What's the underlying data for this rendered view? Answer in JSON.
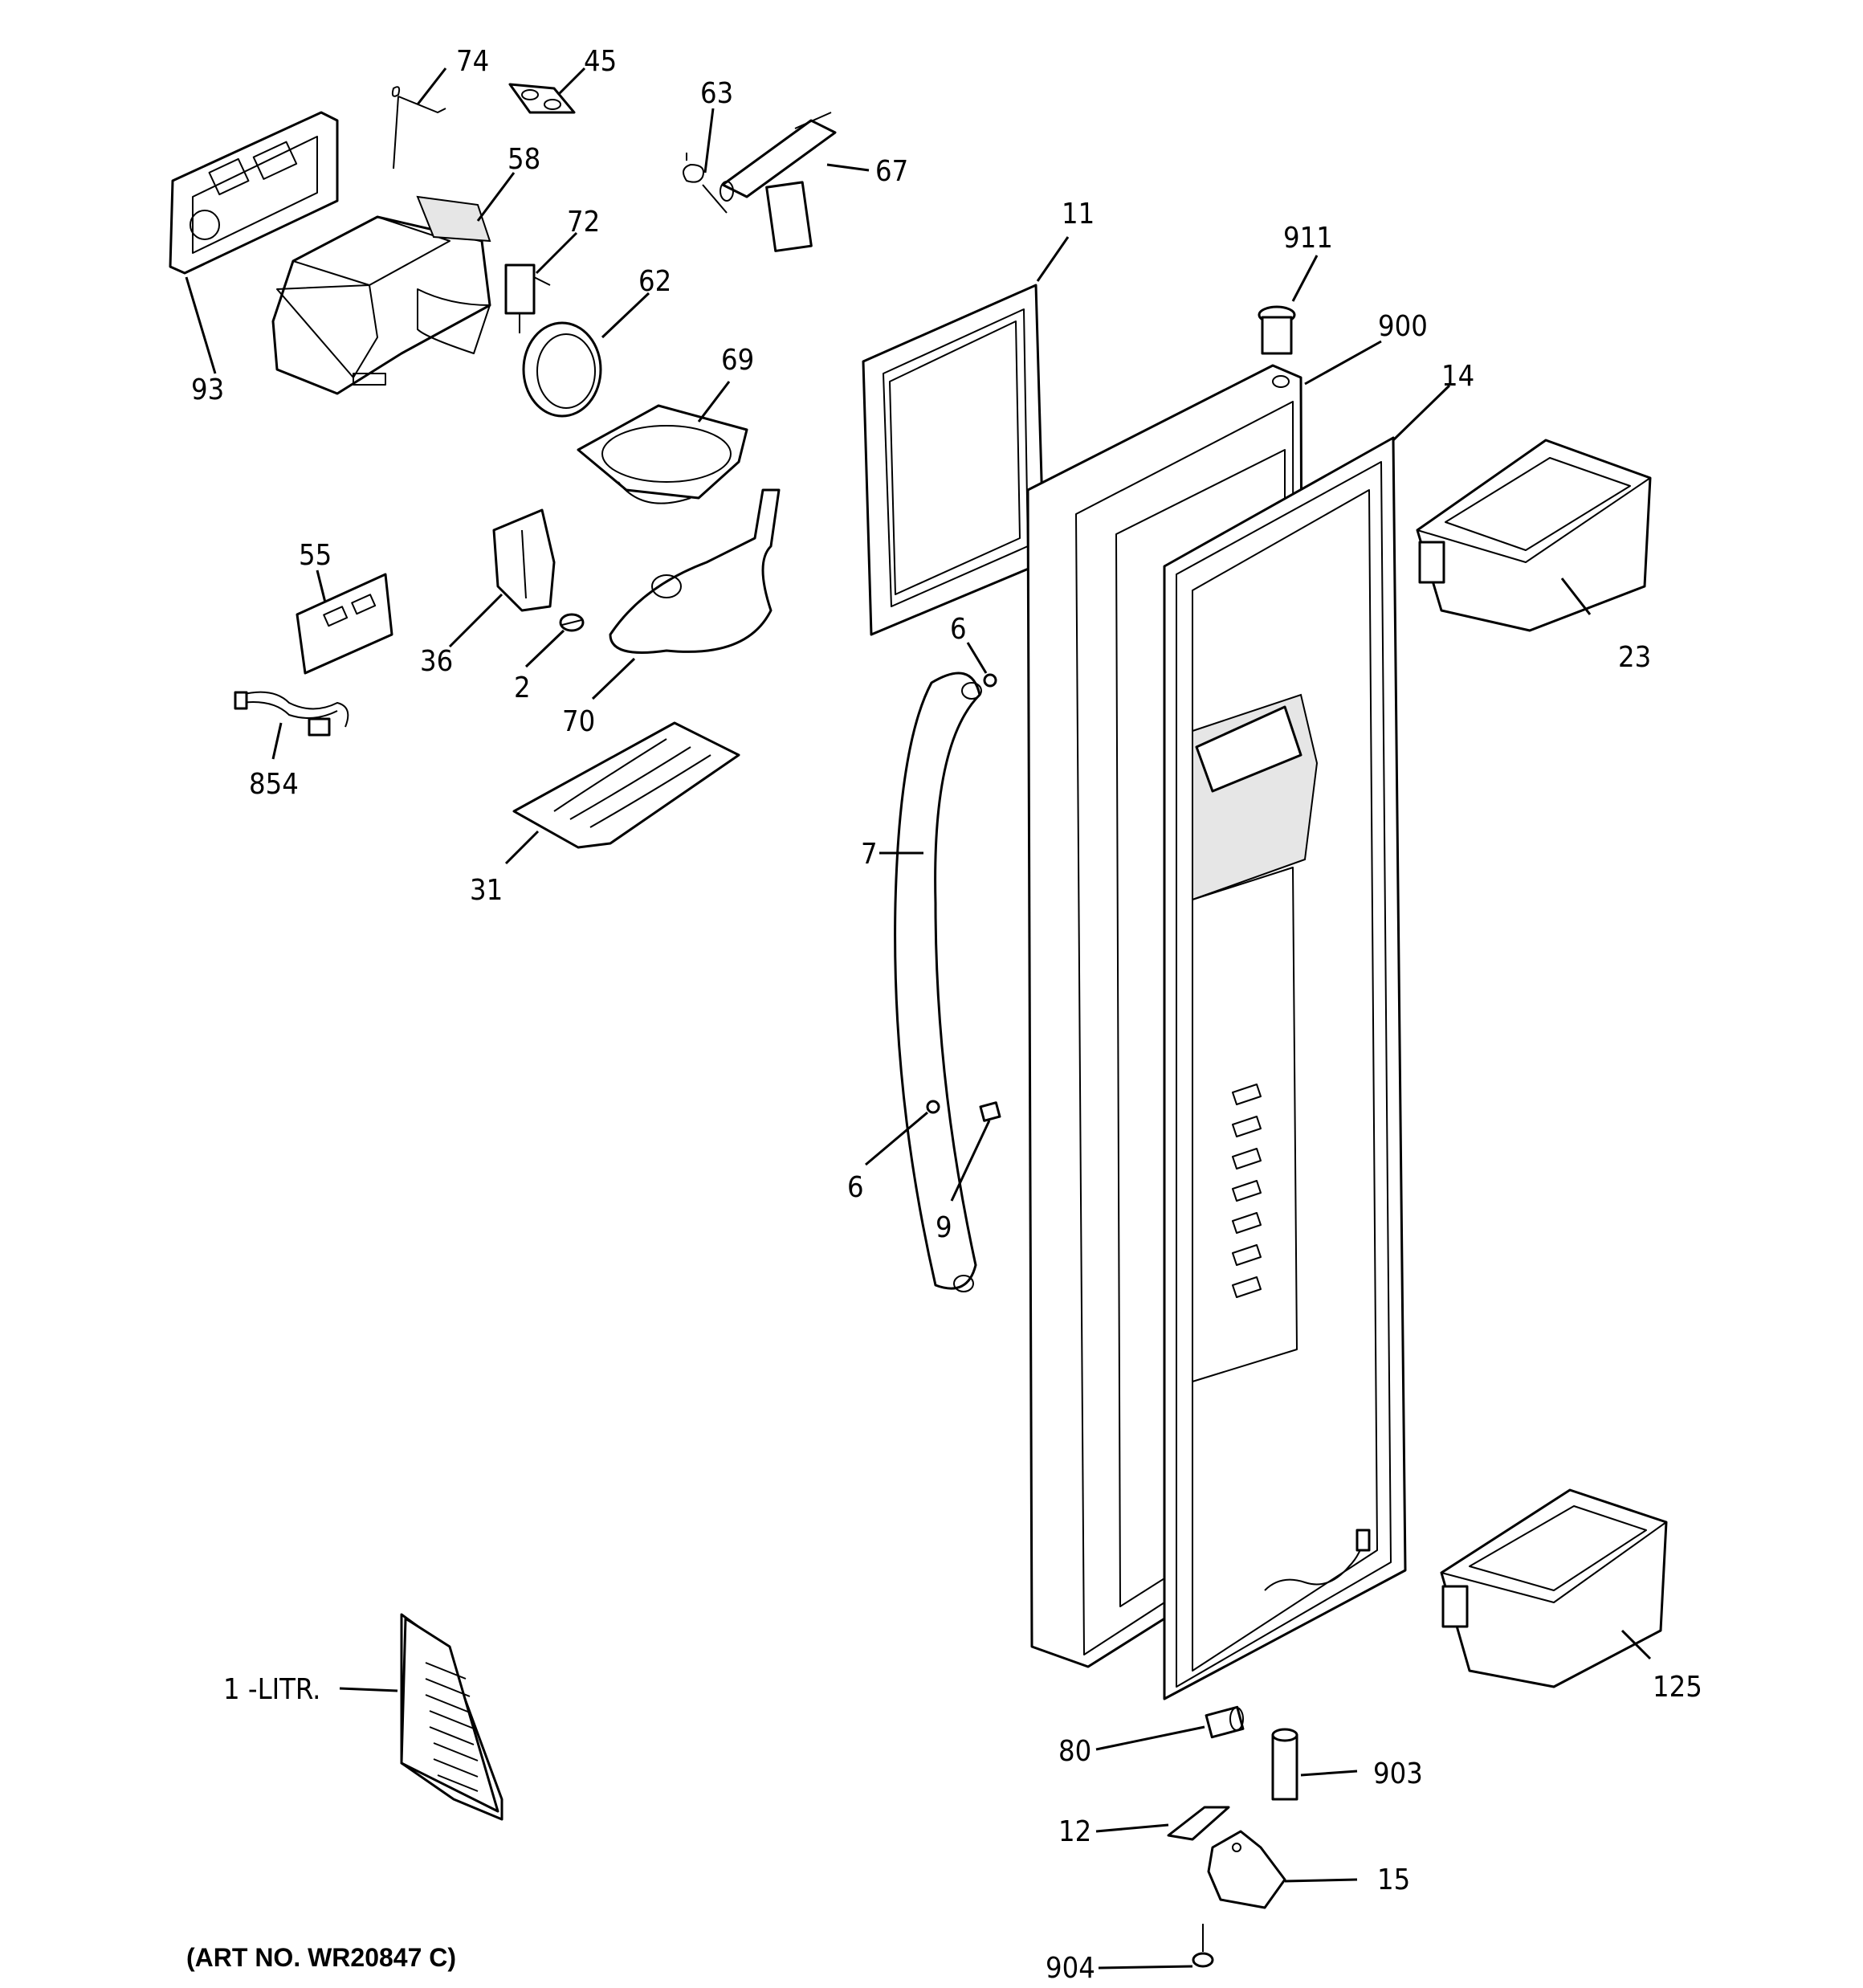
{
  "figure": {
    "art_number": "(ART NO. WR20847 C)",
    "callouts": {
      "c74": "74",
      "c45": "45",
      "c63": "63",
      "c67": "67",
      "c58": "58",
      "c72": "72",
      "c62": "62",
      "c93": "93",
      "c69": "69",
      "c11": "11",
      "c911": "911",
      "c900": "900",
      "c14": "14",
      "c55": "55",
      "c36": "36",
      "c2": "2",
      "c70": "70",
      "c854": "854",
      "c31": "31",
      "c6a": "6",
      "c7": "7",
      "c6b": "6",
      "c9": "9",
      "c23": "23",
      "c125": "125",
      "c1": "1 -LITR.",
      "c80": "80",
      "c903": "903",
      "c12": "12",
      "c15": "15",
      "c904": "904"
    }
  }
}
